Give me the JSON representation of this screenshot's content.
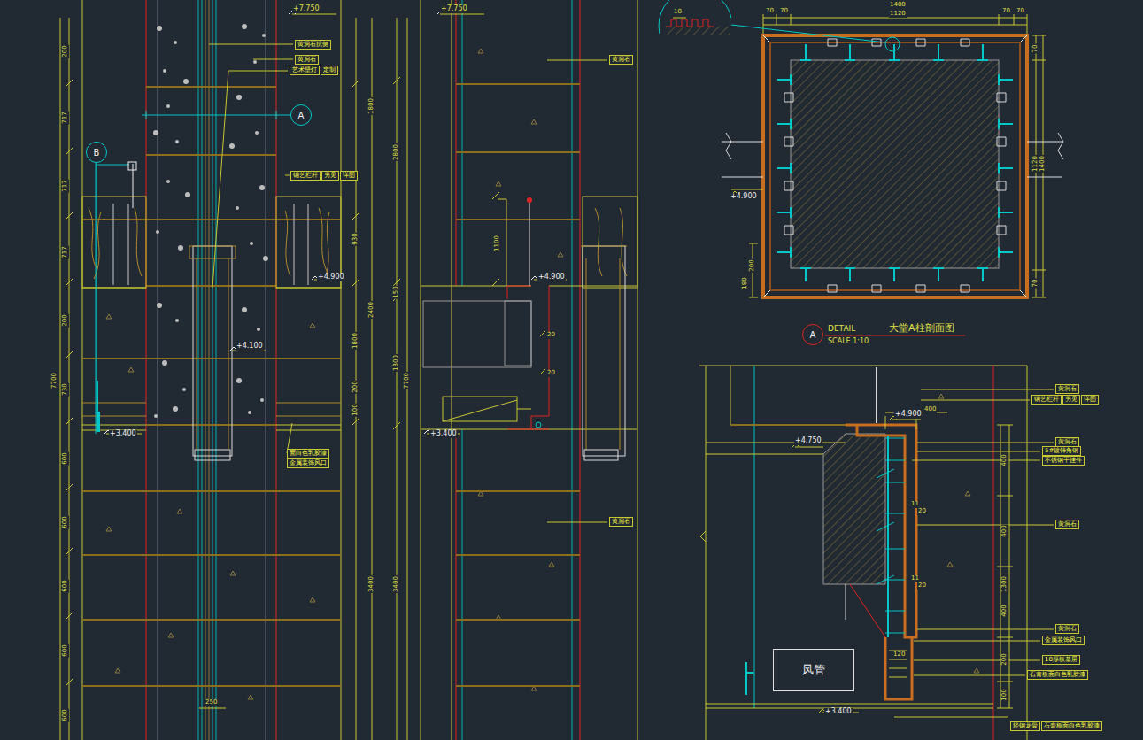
{
  "diagram": {
    "nodes": [
      {
        "text": [
          "A"
        ]
      },
      {
        "text": [
          "B"
        ]
      },
      {
        "text": [
          "黄洞石抗侧"
        ]
      },
      {
        "text": [
          "黄洞石"
        ]
      },
      {
        "text": [
          "艺术壁灯"
        ]
      },
      {
        "text": [
          "定制"
        ]
      },
      {
        "text": [
          "铜艺栏杆"
        ]
      },
      {
        "text": [
          "另见"
        ]
      },
      {
        "text": [
          "详图"
        ]
      },
      {
        "text": [
          "面白色乳胶漆"
        ]
      },
      {
        "text": [
          "金属装饰风口"
        ]
      },
      {
        "text": [
          "黄洞石"
        ]
      },
      {
        "text": [
          "黄洞石"
        ]
      },
      {
        "text": [
          "A"
        ]
      },
      {
        "text": [
          "黄洞石"
        ]
      },
      {
        "text": [
          "铜艺栏杆"
        ]
      },
      {
        "text": [
          "另见"
        ]
      },
      {
        "text": [
          "详图"
        ]
      },
      {
        "text": [
          "黄洞石"
        ]
      },
      {
        "text": [
          "5#镀锌角钢"
        ]
      },
      {
        "text": [
          "不锈钢干挂件"
        ]
      },
      {
        "text": [
          "黄洞石"
        ]
      },
      {
        "text": [
          "黄洞石"
        ]
      },
      {
        "text": [
          "金属装饰风口"
        ]
      },
      {
        "text": [
          "18厚板基层"
        ]
      },
      {
        "text": [
          "石膏板面白色乳胶漆"
        ]
      },
      {
        "text": [
          "风管"
        ]
      },
      {
        "text": [
          "轻钢龙骨"
        ]
      },
      {
        "text": [
          "石膏板面白色乳胶漆"
        ]
      }
    ],
    "labels": [
      "+7.750",
      "200",
      "717",
      "717",
      "717",
      "200",
      "730",
      "600",
      "600",
      "600",
      "600",
      "600",
      "7700",
      "1800",
      "930",
      "2400",
      "1800",
      "200",
      "100",
      "3400",
      "+4.900",
      "+4.100",
      "+3.400",
      "250",
      "+7.750",
      "2800",
      "1100",
      "+4.900",
      "150",
      "1300",
      "7700",
      "20",
      "20",
      "+3.400",
      "3400",
      "10",
      "70",
      "70",
      "1400",
      "1120",
      "70",
      "70",
      "+4.900",
      "1120",
      "1400",
      "200",
      "180",
      "70",
      "70",
      "DETAIL",
      "大堂A柱剖面图",
      "SCALE 1:10",
      "+4.900",
      "400",
      "+4.750",
      "11",
      "20",
      "11",
      "20",
      "120",
      "400",
      "400",
      "1300",
      "400",
      "200",
      "100",
      "+3.400"
    ]
  }
}
